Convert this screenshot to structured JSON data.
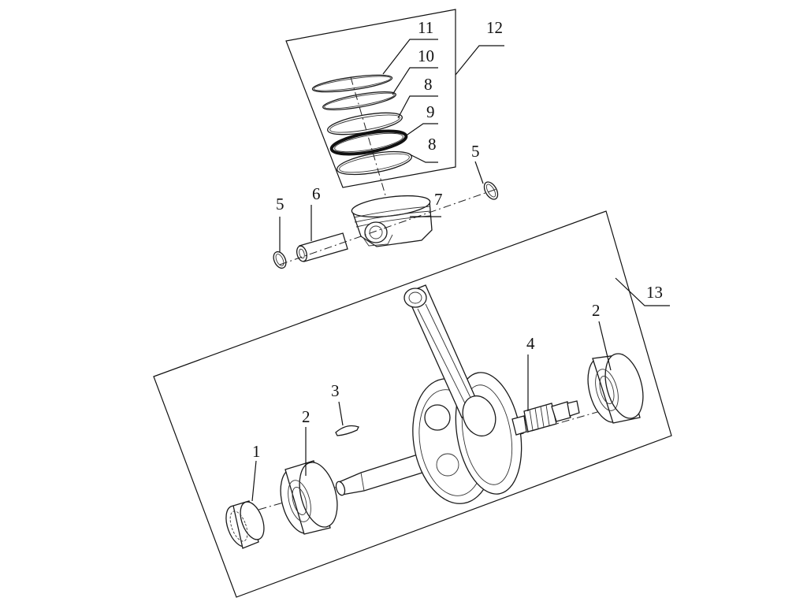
{
  "callouts": [
    {
      "id": "c11",
      "text": "11"
    },
    {
      "id": "c10",
      "text": "10"
    },
    {
      "id": "c8a",
      "text": "8"
    },
    {
      "id": "c9",
      "text": "9"
    },
    {
      "id": "c8b",
      "text": "8"
    },
    {
      "id": "c12",
      "text": "12"
    },
    {
      "id": "c5r",
      "text": "5"
    },
    {
      "id": "c5l",
      "text": "5"
    },
    {
      "id": "c6",
      "text": "6"
    },
    {
      "id": "c7",
      "text": "7"
    },
    {
      "id": "c13",
      "text": "13"
    },
    {
      "id": "c2r",
      "text": "2"
    },
    {
      "id": "c4",
      "text": "4"
    },
    {
      "id": "c3",
      "text": "3"
    },
    {
      "id": "c2l",
      "text": "2"
    },
    {
      "id": "c1",
      "text": "1"
    }
  ]
}
